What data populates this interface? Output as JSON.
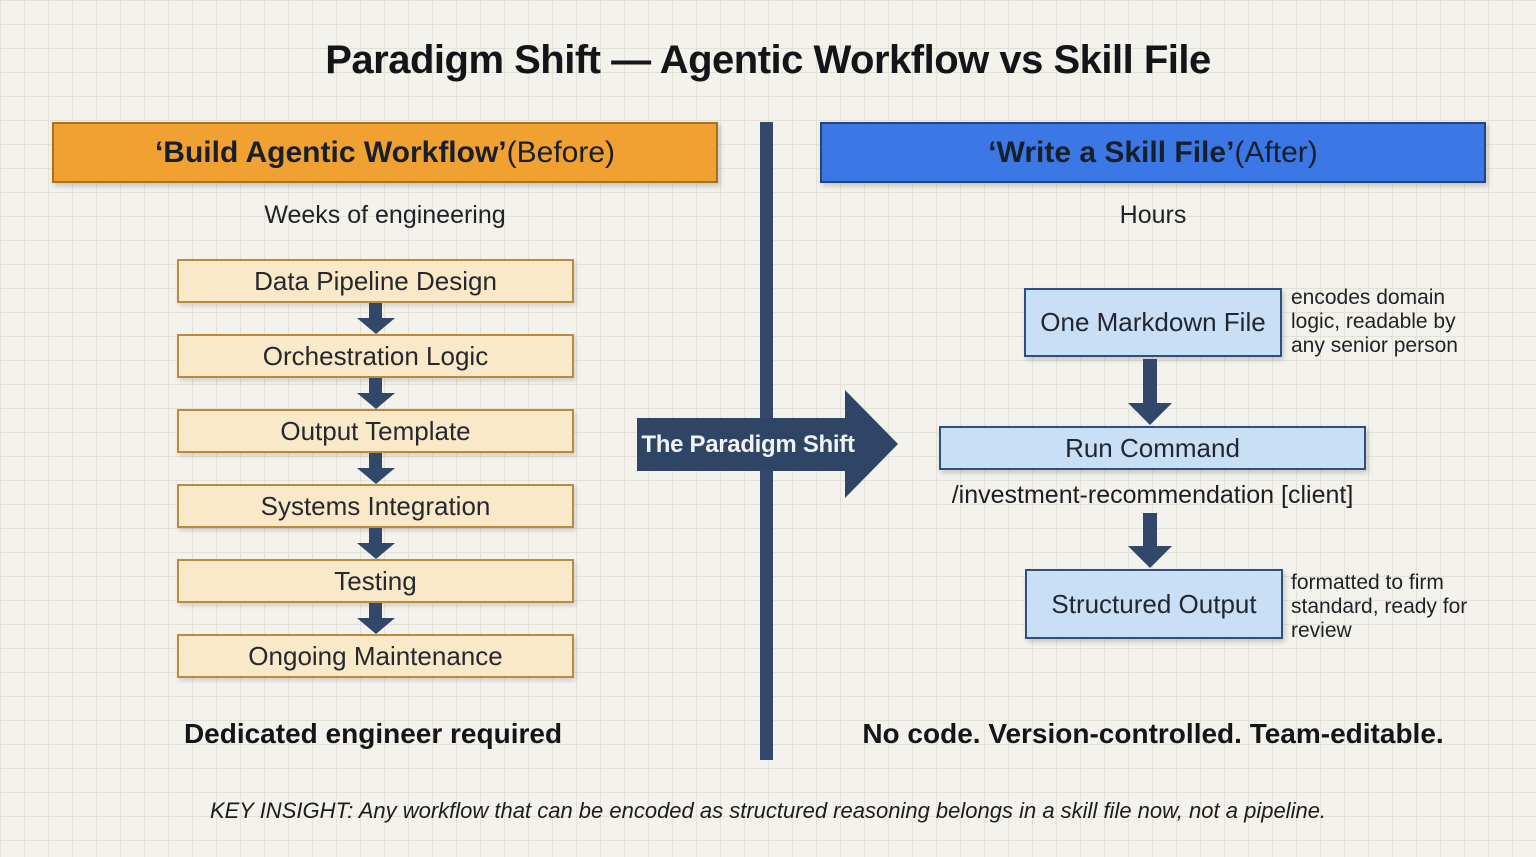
{
  "title": "Paradigm Shift — Agentic Workflow vs Skill File",
  "left": {
    "header_bold": "‘Build Agentic Workflow’",
    "header_rest": " (Before)",
    "subtitle": "Weeks of engineering",
    "steps": [
      "Data Pipeline Design",
      "Orchestration Logic",
      "Output Template",
      "Systems Integration",
      "Testing",
      "Ongoing Maintenance"
    ],
    "footer": "Dedicated engineer required"
  },
  "center": {
    "arrow_label": "The Paradigm Shift"
  },
  "right": {
    "header_bold": "‘Write a Skill File’",
    "header_rest": " (After)",
    "subtitle": "Hours",
    "steps": [
      {
        "label": "One Markdown File",
        "note": "encodes domain logic, readable by any senior person"
      },
      {
        "label": "Run Command",
        "caption": "/investment-recommendation [client]"
      },
      {
        "label": "Structured Output",
        "note": "formatted to firm standard, ready for review"
      }
    ],
    "footer": "No code. Version-controlled. Team-editable."
  },
  "key_insight": "KEY INSIGHT: Any workflow that can be encoded as structured reasoning belongs in a skill file now, not a pipeline.",
  "colors": {
    "background": "#f4f2ec",
    "grid_line": "#e4e1d8",
    "before_header": "#f0a132",
    "after_header": "#3c78e5",
    "left_box_fill": "#f9e9c9",
    "left_box_border": "#ba8a3e",
    "right_box_fill": "#c8dff6",
    "right_box_border": "#2f4f7d",
    "navy_accent": "#31486a"
  }
}
